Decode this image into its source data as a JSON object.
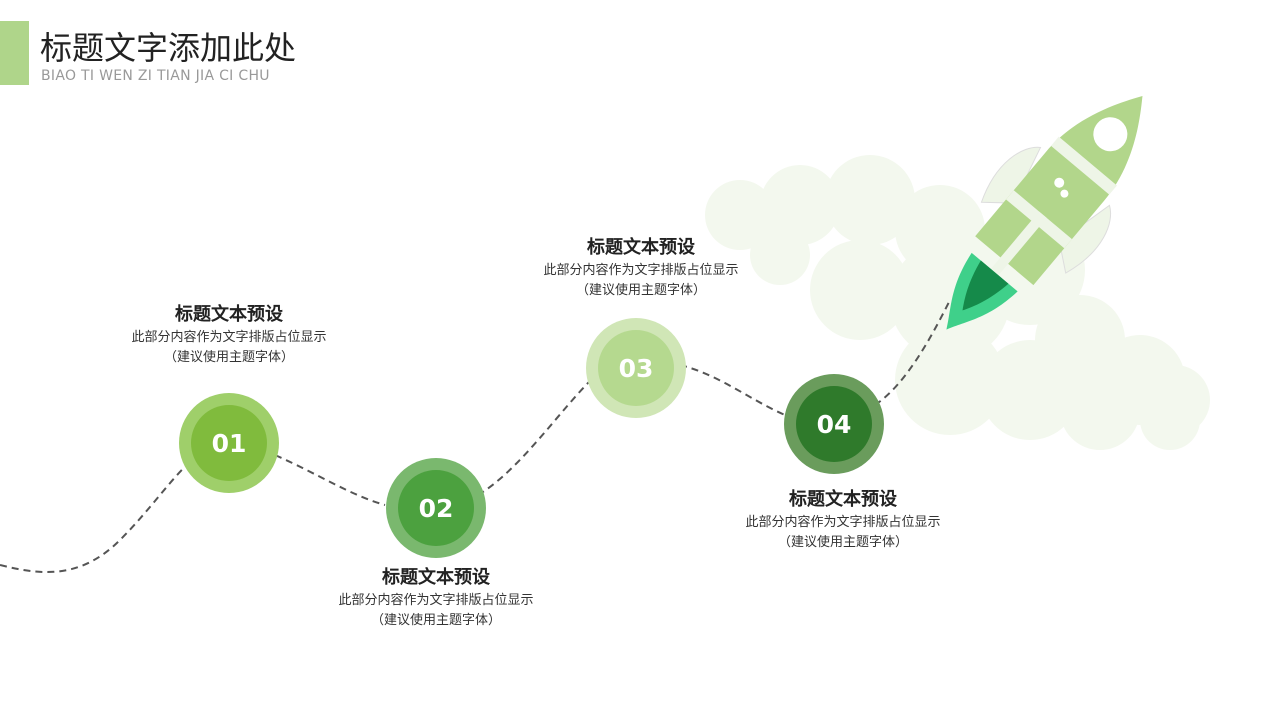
{
  "header": {
    "title": "标题文字添加此处",
    "subtitle": "BIAO TI WEN ZI TIAN JIA CI CHU"
  },
  "colors": {
    "accent": "#afd58a"
  },
  "steps": [
    {
      "number": "01",
      "title": "标题文本预设",
      "desc1": "此部分内容作为文字排版占位显示",
      "desc2": "（建议使用主题字体）"
    },
    {
      "number": "02",
      "title": "标题文本预设",
      "desc1": "此部分内容作为文字排版占位显示",
      "desc2": "（建议使用主题字体）"
    },
    {
      "number": "03",
      "title": "标题文本预设",
      "desc1": "此部分内容作为文字排版占位显示",
      "desc2": "（建议使用主题字体）"
    },
    {
      "number": "04",
      "title": "标题文本预设",
      "desc1": "此部分内容作为文字排版占位显示",
      "desc2": "（建议使用主题字体）"
    }
  ]
}
